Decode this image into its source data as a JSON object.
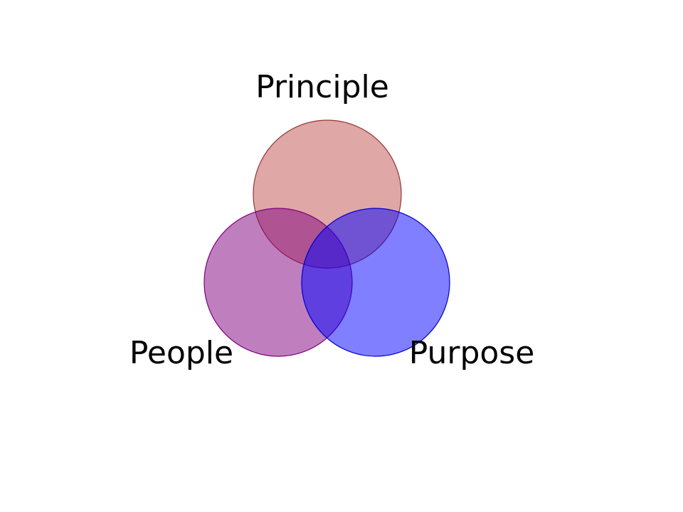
{
  "diagram": {
    "type": "venn",
    "sets": [
      {
        "id": "principle",
        "label": "Principle",
        "fill": "#c0504d",
        "stroke": "#943634",
        "opacity": 0.5
      },
      {
        "id": "people",
        "label": "People",
        "fill": "#7f007f",
        "stroke": "#7f007f",
        "opacity": 0.5
      },
      {
        "id": "purpose",
        "label": "Purpose",
        "fill": "#0000ff",
        "stroke": "#0000cc",
        "opacity": 0.5
      }
    ]
  }
}
